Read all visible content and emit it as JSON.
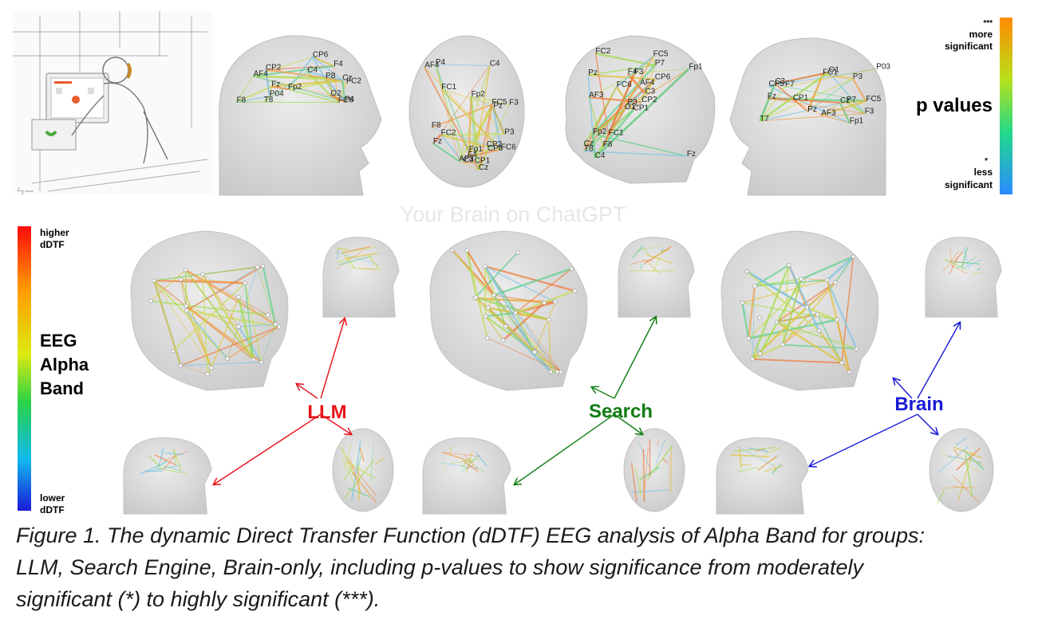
{
  "figure": {
    "watermark": "Your Brain on ChatGPT",
    "pvalue_bar": {
      "top": "***",
      "top_label": [
        "more",
        "significant"
      ],
      "title": "p values",
      "bottom": "*",
      "bottom_label": [
        "less",
        "significant"
      ]
    },
    "ddtf_bar": {
      "top_label": [
        "higher",
        "dDTF"
      ],
      "title": [
        "EEG",
        "Alpha",
        "Band"
      ],
      "bottom_label": [
        "lower",
        "dDTF"
      ]
    },
    "groups": [
      {
        "label": "LLM",
        "color": "#e8131a"
      },
      {
        "label": "Search",
        "color": "#0f7d10"
      },
      {
        "label": "Brain",
        "color": "#1a1ad6"
      }
    ],
    "views": {
      "side_left": [
        "CP2",
        "Cz",
        "C4",
        "FC2",
        "Fz",
        "P4",
        "P04",
        "CP6",
        "FC6",
        "F4",
        "AF4",
        "O2",
        "P8",
        "T8",
        "F8",
        "Fp2"
      ],
      "top": [
        "AF3",
        "Fp1",
        "Fp2",
        "AF4",
        "F3",
        "Fz",
        "F4",
        "F8",
        "FC5",
        "FC1",
        "FC2",
        "FC6",
        "C3",
        "Cz",
        "C4",
        "CP1",
        "CP2",
        "CP6",
        "P3",
        "Pz",
        "P4"
      ],
      "iso": [
        "CP1",
        "Pz",
        "P3",
        "Cz",
        "C3",
        "FC1",
        "FC5",
        "F3",
        "P7",
        "CP2",
        "FC2",
        "Fz",
        "AF3",
        "Fp1",
        "O1",
        "CP6",
        "C4",
        "F4",
        "AF4",
        "Fp2",
        "FC6",
        "T8",
        "F8"
      ],
      "side_right": [
        "FC1",
        "Cz",
        "CP1",
        "Fz",
        "C3",
        "Pz",
        "P3",
        "F3",
        "AF3",
        "FC5",
        "CP5",
        "P03",
        "Fp1",
        "F7",
        "T7",
        "P7",
        "O1"
      ]
    }
  }
}
